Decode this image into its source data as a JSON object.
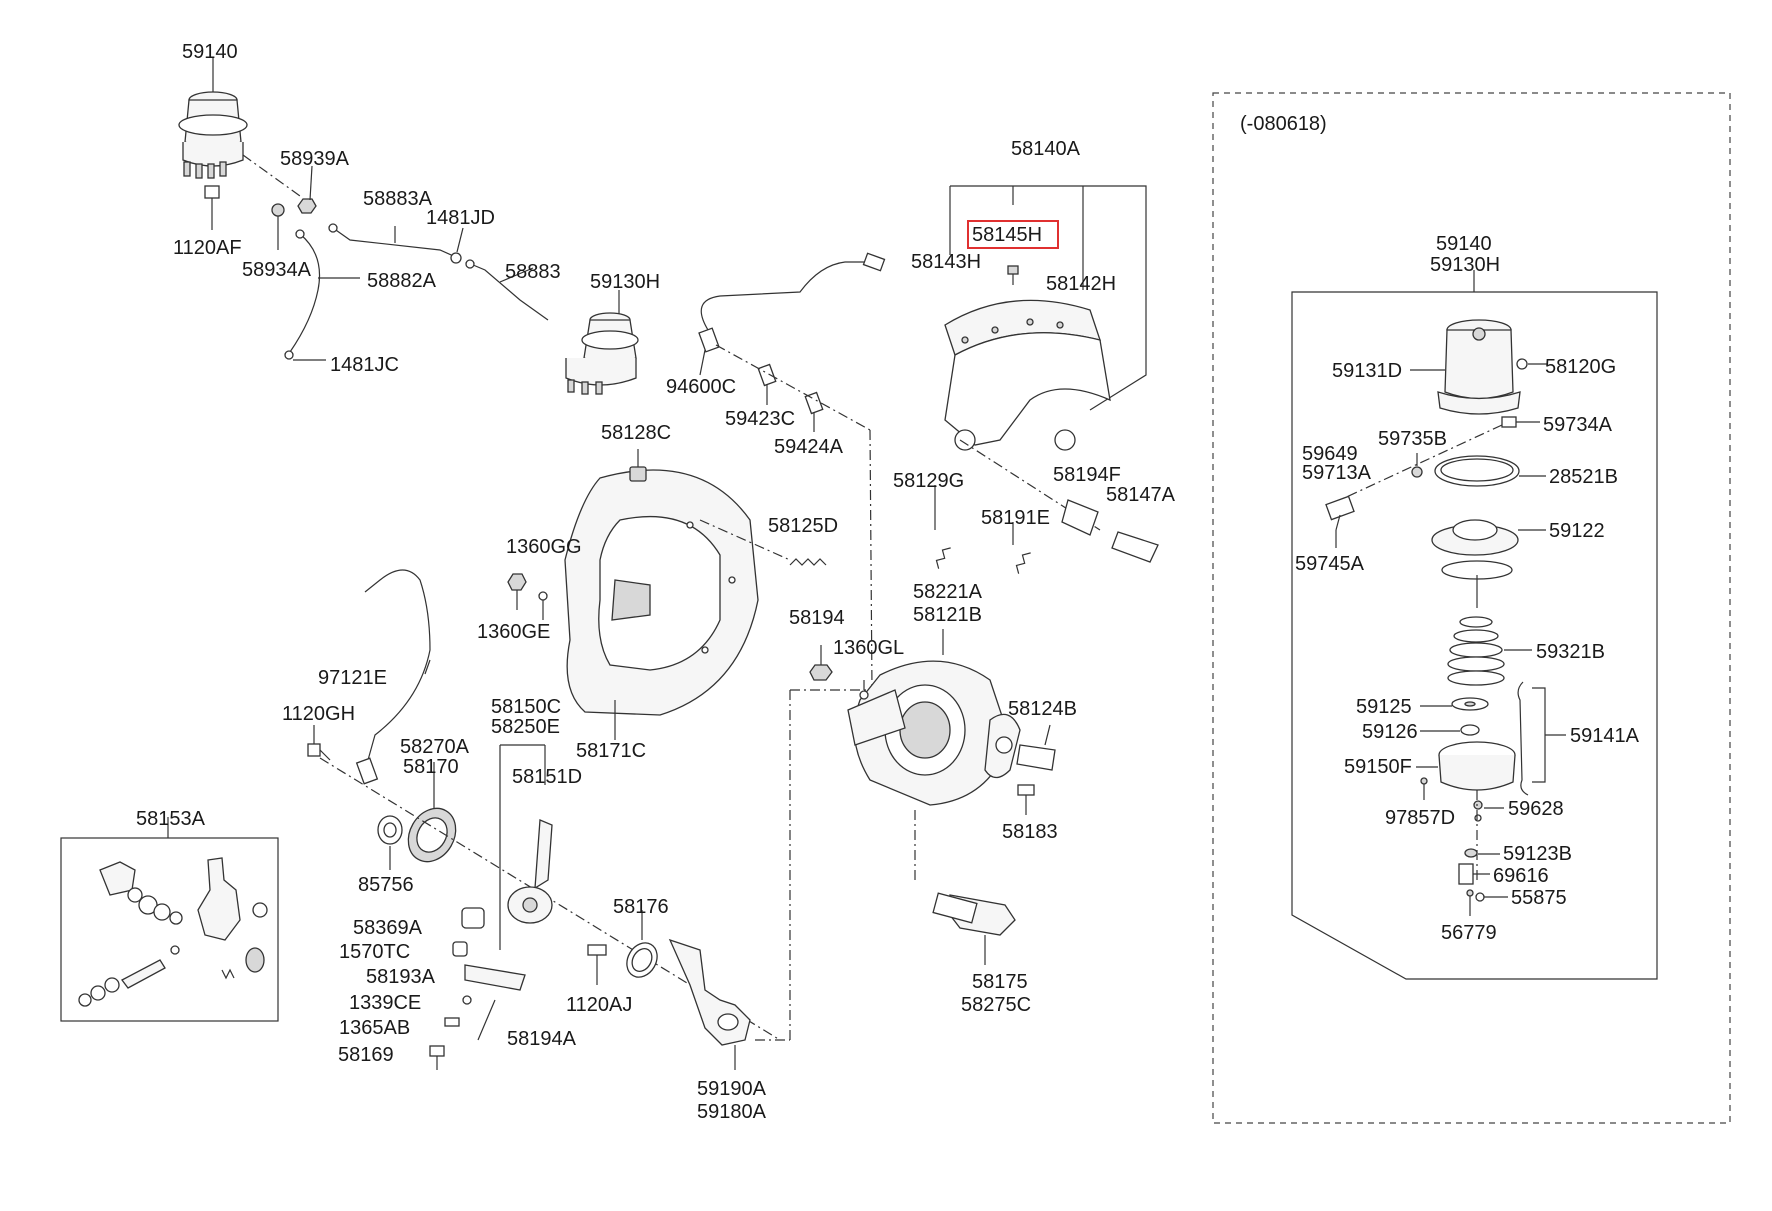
{
  "diagram": {
    "variant_note": "(-080618)",
    "highlighted_part": "58145H",
    "labels": {
      "p59140_top": "59140",
      "p58939A": "58939A",
      "p58883A": "58883A",
      "p1481JD": "1481JD",
      "p1120AF": "1120AF",
      "p58934A": "58934A",
      "p58882A": "58882A",
      "p58883": "58883",
      "p59130H": "59130H",
      "p1481JC": "1481JC",
      "p94600C": "94600C",
      "p59423C": "59423C",
      "p59424A": "59424A",
      "p58128C": "58128C",
      "p58125D": "58125D",
      "p1360GG": "1360GG",
      "p1360GE": "1360GE",
      "p58171C": "58171C",
      "p58140A": "58140A",
      "p58145H": "58145H",
      "p58143H": "58143H",
      "p58142H": "58142H",
      "p58194F": "58194F",
      "p58147A": "58147A",
      "p58129G": "58129G",
      "p58191E": "58191E",
      "p58221A": "58221A",
      "p58121B": "58121B",
      "p58194": "58194",
      "p1360GL": "1360GL",
      "p58124B": "58124B",
      "p58183": "58183",
      "p58175": "58175",
      "p58275C": "58275C",
      "p97121E": "97121E",
      "p1120GH": "1120GH",
      "p58270A": "58270A",
      "p58170": "58170",
      "p58150C": "58150C",
      "p58250E": "58250E",
      "p58151D": "58151D",
      "p85756": "85756",
      "p58153A": "58153A",
      "p58369A": "58369A",
      "p1570TC": "1570TC",
      "p58193A": "58193A",
      "p1339CE": "1339CE",
      "p1365AB": "1365AB",
      "p58169": "58169",
      "p58194A": "58194A",
      "p58176": "58176",
      "p1120AJ": "1120AJ",
      "p59190A": "59190A",
      "p59180A": "59180A",
      "r59140": "59140",
      "r59130H": "59130H",
      "r59131D": "59131D",
      "r58120G": "58120G",
      "r59734A": "59734A",
      "r59735B": "59735B",
      "r59649": "59649",
      "r59713A": "59713A",
      "r28521B": "28521B",
      "r59122": "59122",
      "r59745A": "59745A",
      "r59321B": "59321B",
      "r59125": "59125",
      "r59126": "59126",
      "r59141A": "59141A",
      "r59150F": "59150F",
      "r97857D": "97857D",
      "r59628": "59628",
      "r59123B": "59123B",
      "r69616": "69616",
      "r55875": "55875",
      "r56779": "56779"
    }
  }
}
